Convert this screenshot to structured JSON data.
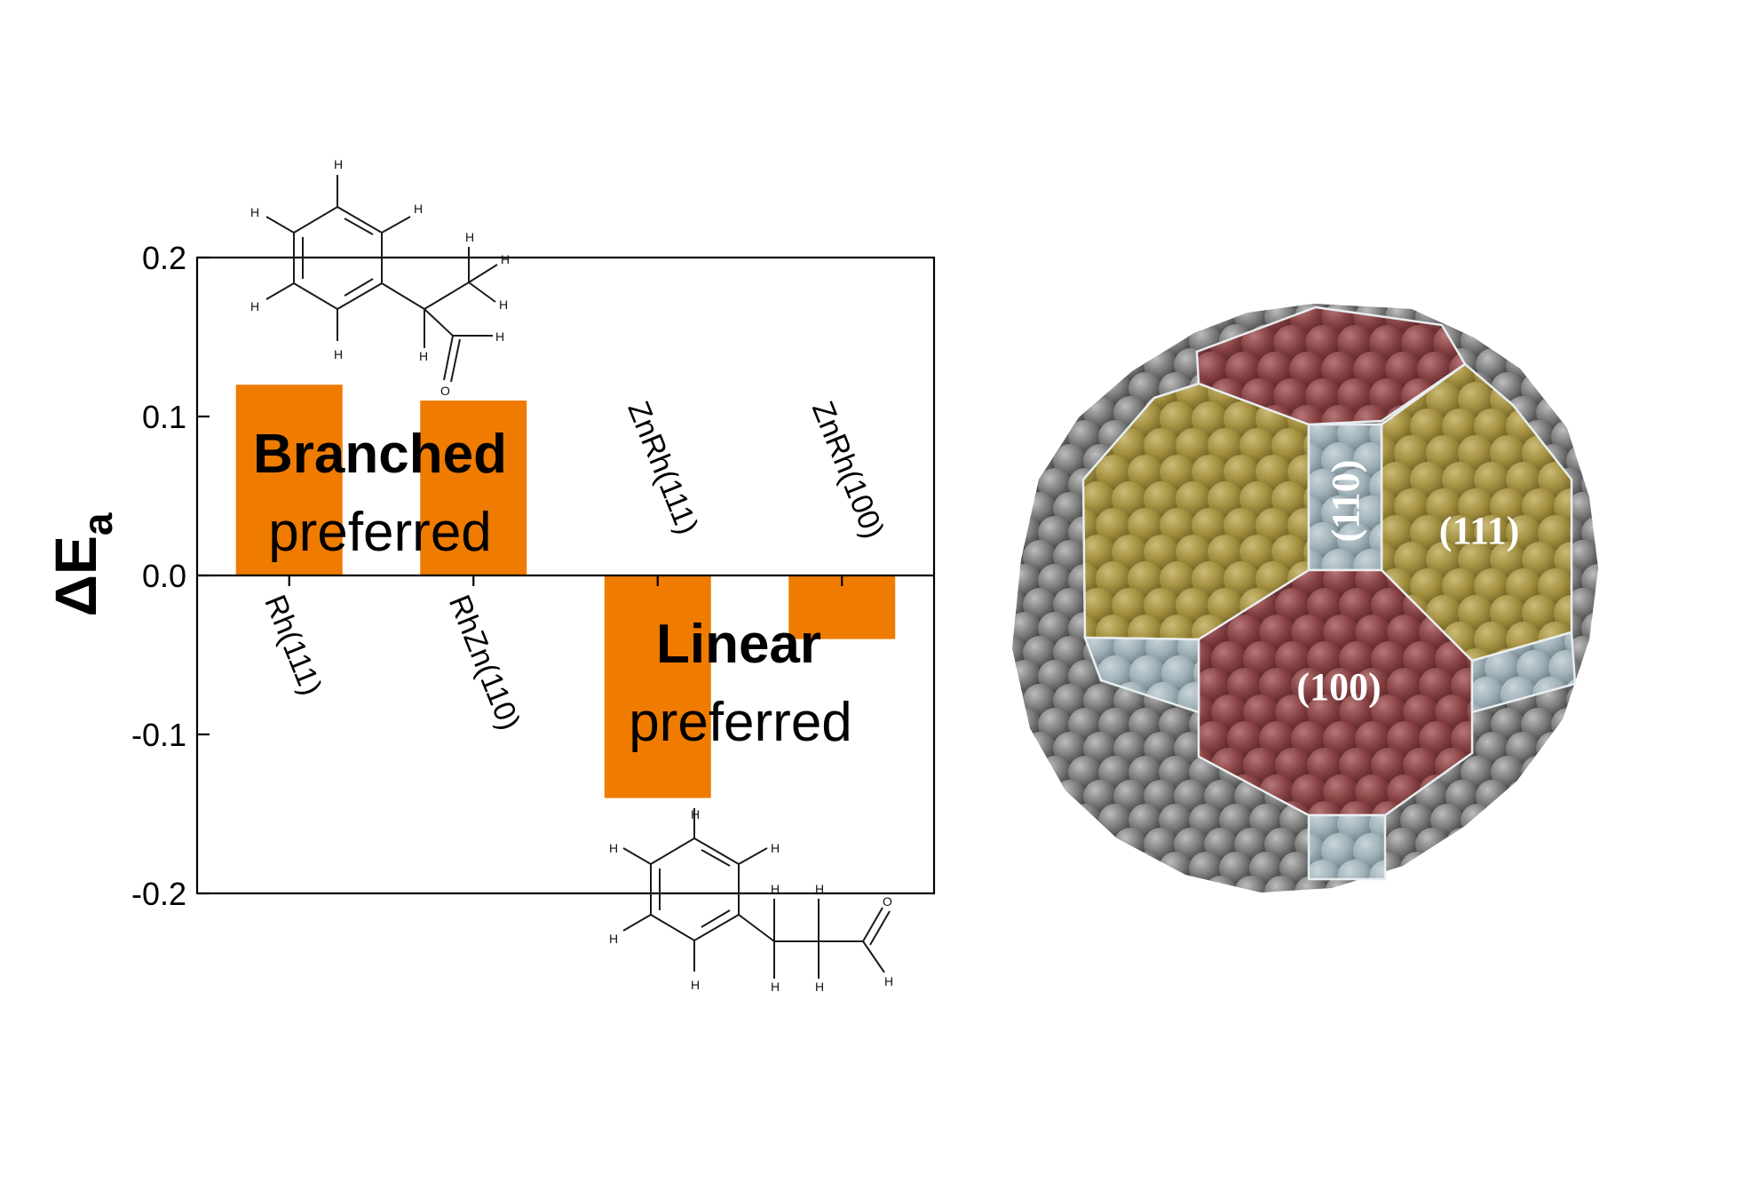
{
  "chart_data": {
    "type": "bar",
    "categories": [
      "Rh(111)",
      "RhZn(110)",
      "ZnRh(111)",
      "ZnRh(100)"
    ],
    "values": [
      0.12,
      0.11,
      -0.14,
      -0.04
    ],
    "ylabel": "ΔE",
    "ylabel_subscript": "a",
    "ylim": [
      -0.2,
      0.2
    ],
    "yticks": [
      "-0.2",
      "-0.1",
      "0.0",
      "0.1",
      "0.2"
    ],
    "ytick_values": [
      -0.2,
      -0.1,
      0.0,
      0.1,
      0.2
    ],
    "grid": false,
    "bar_color": "#ef7b00",
    "annotations": {
      "branched_bold": "Branched",
      "branched_reg": "preferred",
      "linear_bold": "Linear",
      "linear_reg": "preferred"
    }
  },
  "molecule": {
    "H": "H",
    "O": "O"
  },
  "nanoparticle": {
    "facet_100": "(100)",
    "facet_110": "(110)",
    "facet_111": "(111)",
    "colors": {
      "facet_100": "#7e3a3d",
      "facet_110": "#9fb1b8",
      "facet_111": "#a3903f",
      "core": "#6f6f6f"
    }
  }
}
